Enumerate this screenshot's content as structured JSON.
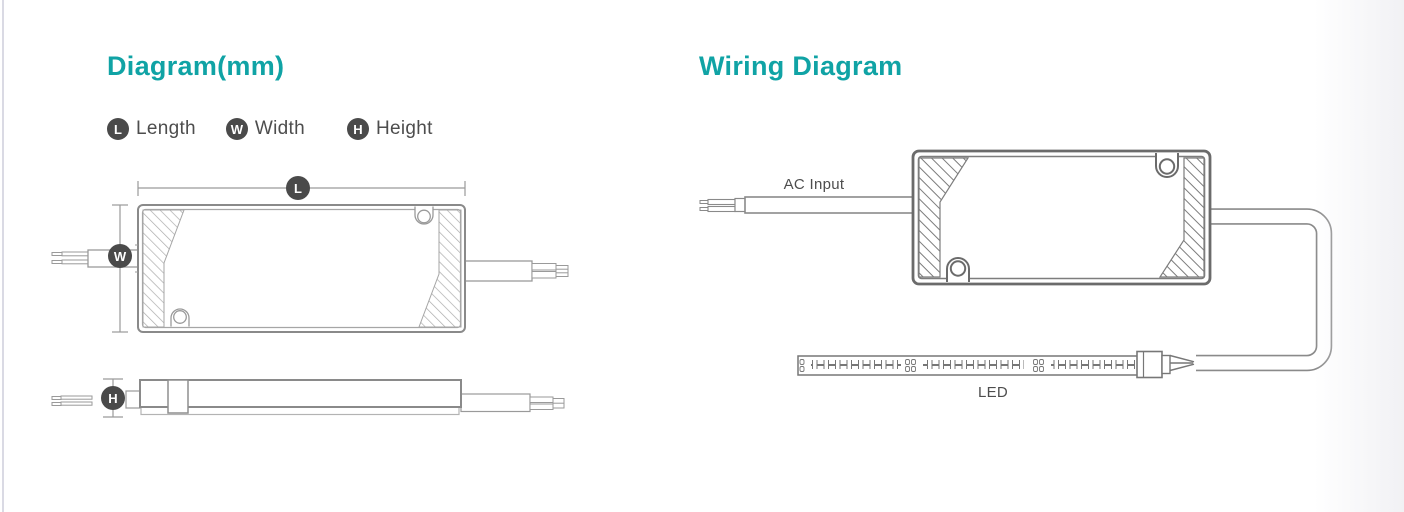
{
  "diagram_section": {
    "title": "Diagram(mm)",
    "legend": [
      {
        "symbol": "L",
        "label": "Length"
      },
      {
        "symbol": "W",
        "label": "Width"
      },
      {
        "symbol": "H",
        "label": "Height"
      }
    ],
    "badges": {
      "length": "L",
      "width": "W",
      "height": "H"
    }
  },
  "wiring_section": {
    "title": "Wiring Diagram",
    "ac_input_label": "AC Input",
    "led_label": "LED"
  },
  "colors": {
    "accent_teal": "#10a3a5",
    "badge_gray": "#4a4a4a",
    "line_gray": "#8a8a8a",
    "line_dark": "#6b6b6b",
    "text_gray": "#4d4d4d"
  }
}
